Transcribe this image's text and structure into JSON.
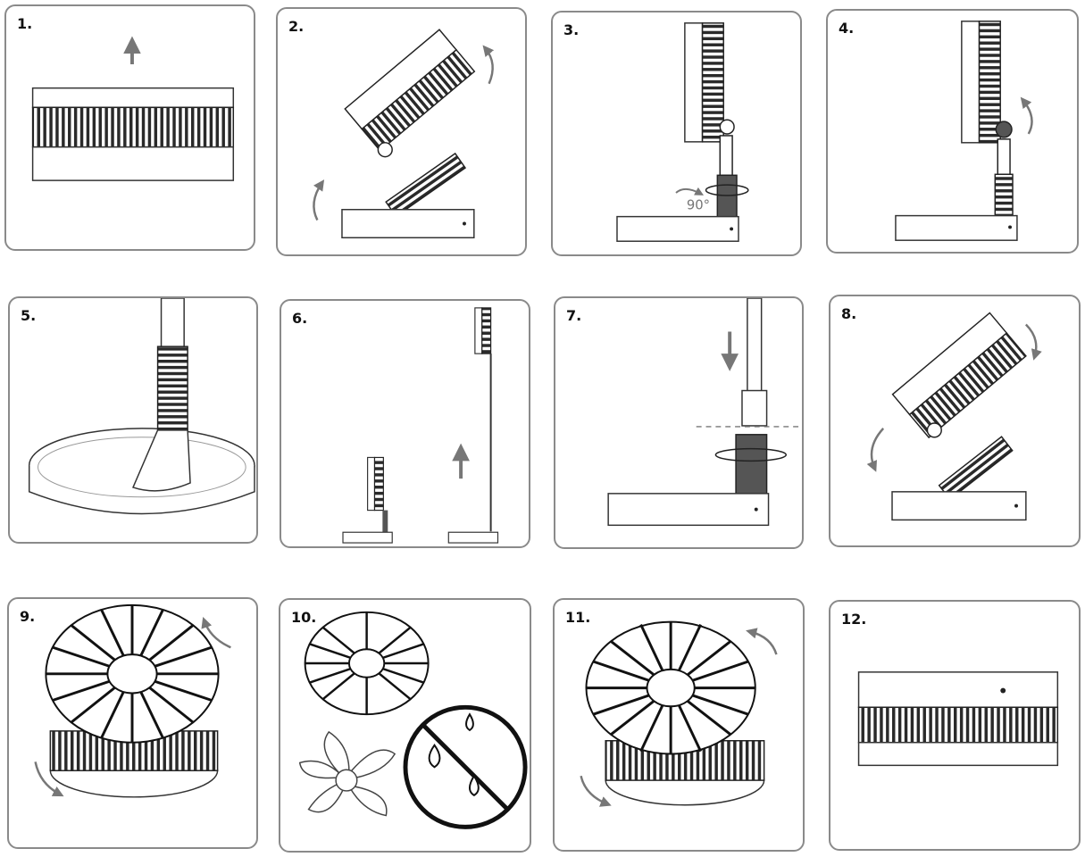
{
  "steps": [
    {
      "num": "1."
    },
    {
      "num": "2."
    },
    {
      "num": "3."
    },
    {
      "num": "4."
    },
    {
      "num": "5."
    },
    {
      "num": "6."
    },
    {
      "num": "7."
    },
    {
      "num": "8."
    },
    {
      "num": "9."
    },
    {
      "num": "10."
    },
    {
      "num": "11."
    },
    {
      "num": "12."
    }
  ],
  "annotations": {
    "angle": "90°"
  },
  "colors": {
    "line": "#222222",
    "arrow": "#777777",
    "border": "#8a8a8a"
  },
  "icons": [
    "up-arrow-icon",
    "curved-arrow-icon",
    "down-arrow-icon",
    "no-water-icon",
    "water-drop-icon"
  ]
}
